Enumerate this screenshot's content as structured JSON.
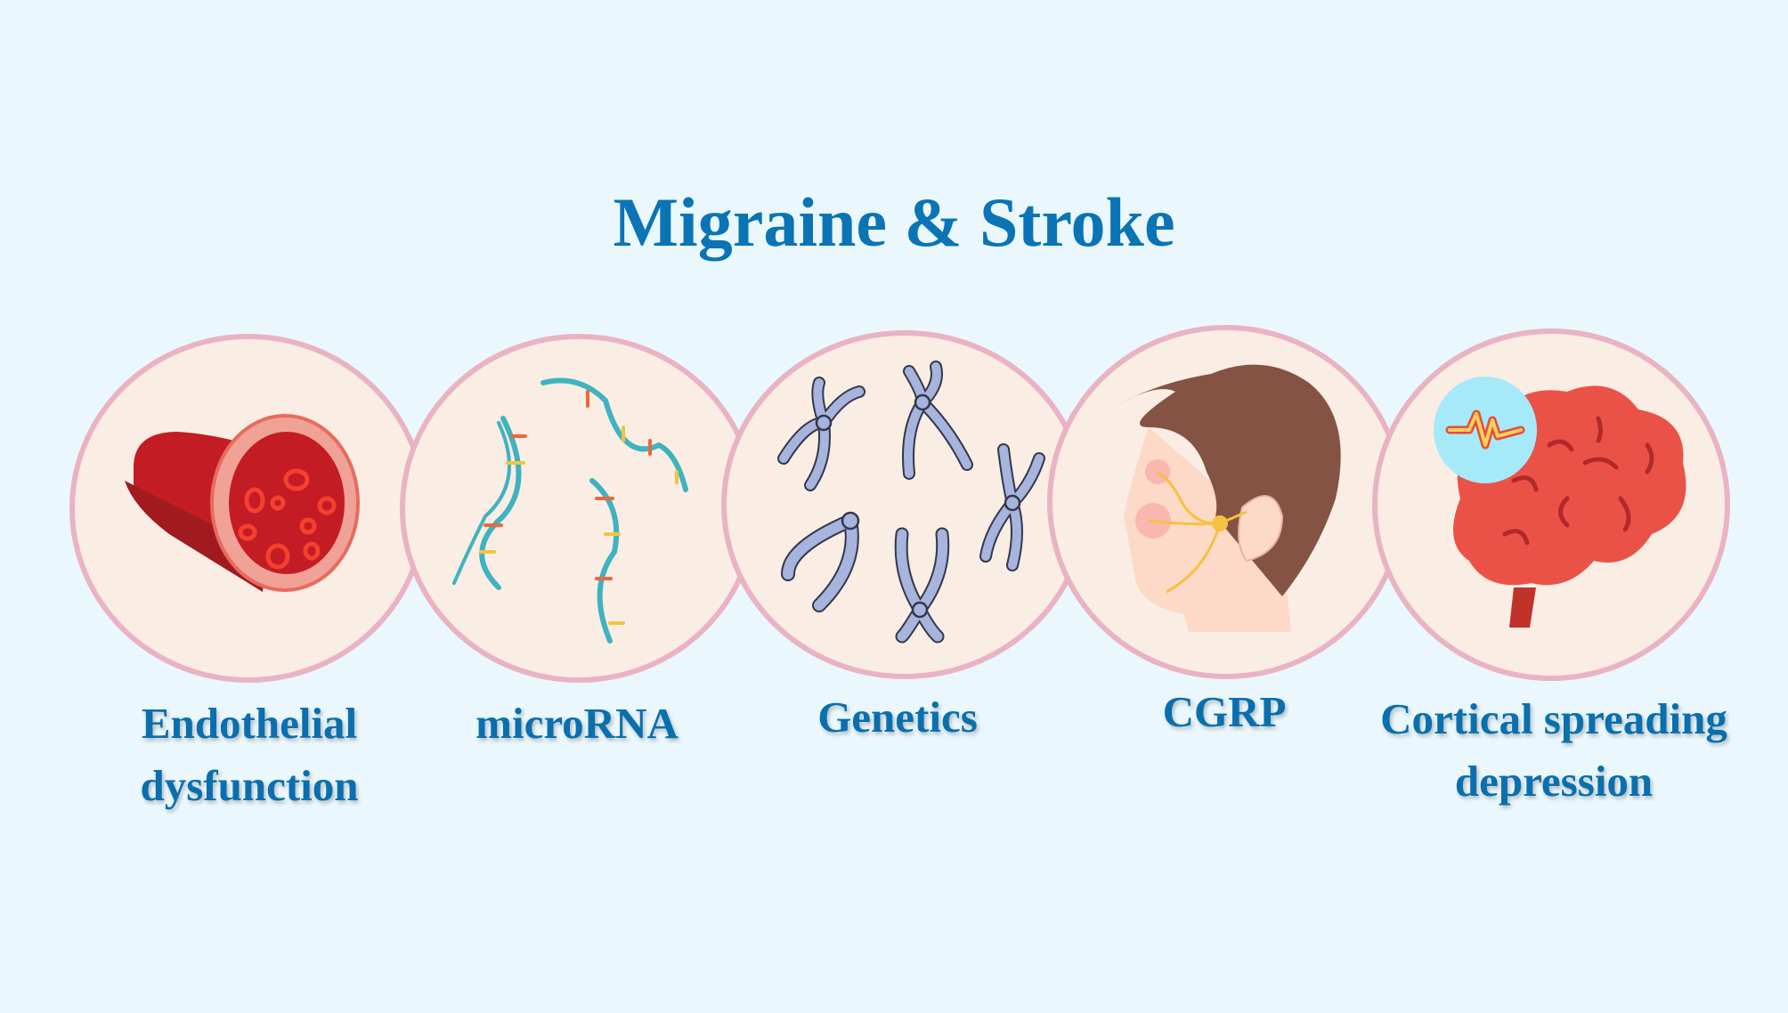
{
  "title": "Migraine & Stroke",
  "items": [
    {
      "label_lines": [
        "Endothelial",
        "dysfunction"
      ],
      "icon": "blood-vessel-icon"
    },
    {
      "label_lines": [
        "microRNA"
      ],
      "icon": "rna-strand-icon"
    },
    {
      "label_lines": [
        "Genetics"
      ],
      "icon": "chromosome-icon"
    },
    {
      "label_lines": [
        "CGRP"
      ],
      "icon": "head-nerve-icon"
    },
    {
      "label_lines": [
        "Cortical spreading",
        "depression"
      ],
      "icon": "brain-wave-icon"
    }
  ],
  "colors": {
    "background": "#eaf8fd",
    "title": "#0a74b5",
    "circle_fill": "#faede4",
    "circle_stroke": "#e9b3c3"
  }
}
